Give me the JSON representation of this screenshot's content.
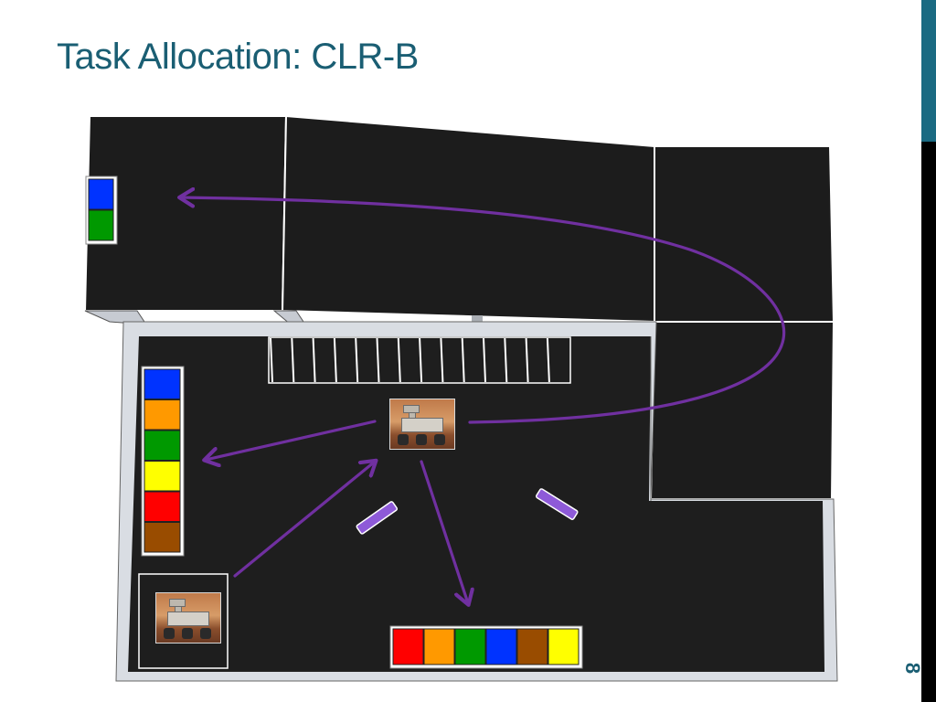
{
  "slide": {
    "title": "Task Allocation: CLR-B",
    "page_number": "8"
  },
  "colors": {
    "title": "#1a5e73",
    "arrow": "#7030a0",
    "floor": "#1e1e1e",
    "wall": "#d9dde3",
    "bin_blue": "#0033ff",
    "bin_green": "#009900",
    "bin_orange": "#ff9900",
    "bin_yellow": "#ffff00",
    "bin_red": "#ff0000",
    "bin_brown": "#994c00",
    "obstacle": "#8e5ad8"
  },
  "bins": {
    "top_left": [
      "blue",
      "green"
    ],
    "left": [
      "blue",
      "orange",
      "green",
      "yellow",
      "red",
      "brown"
    ],
    "bottom": [
      "red",
      "orange",
      "green",
      "blue",
      "brown",
      "yellow"
    ]
  },
  "robots": [
    "center-rover",
    "start-rover"
  ]
}
